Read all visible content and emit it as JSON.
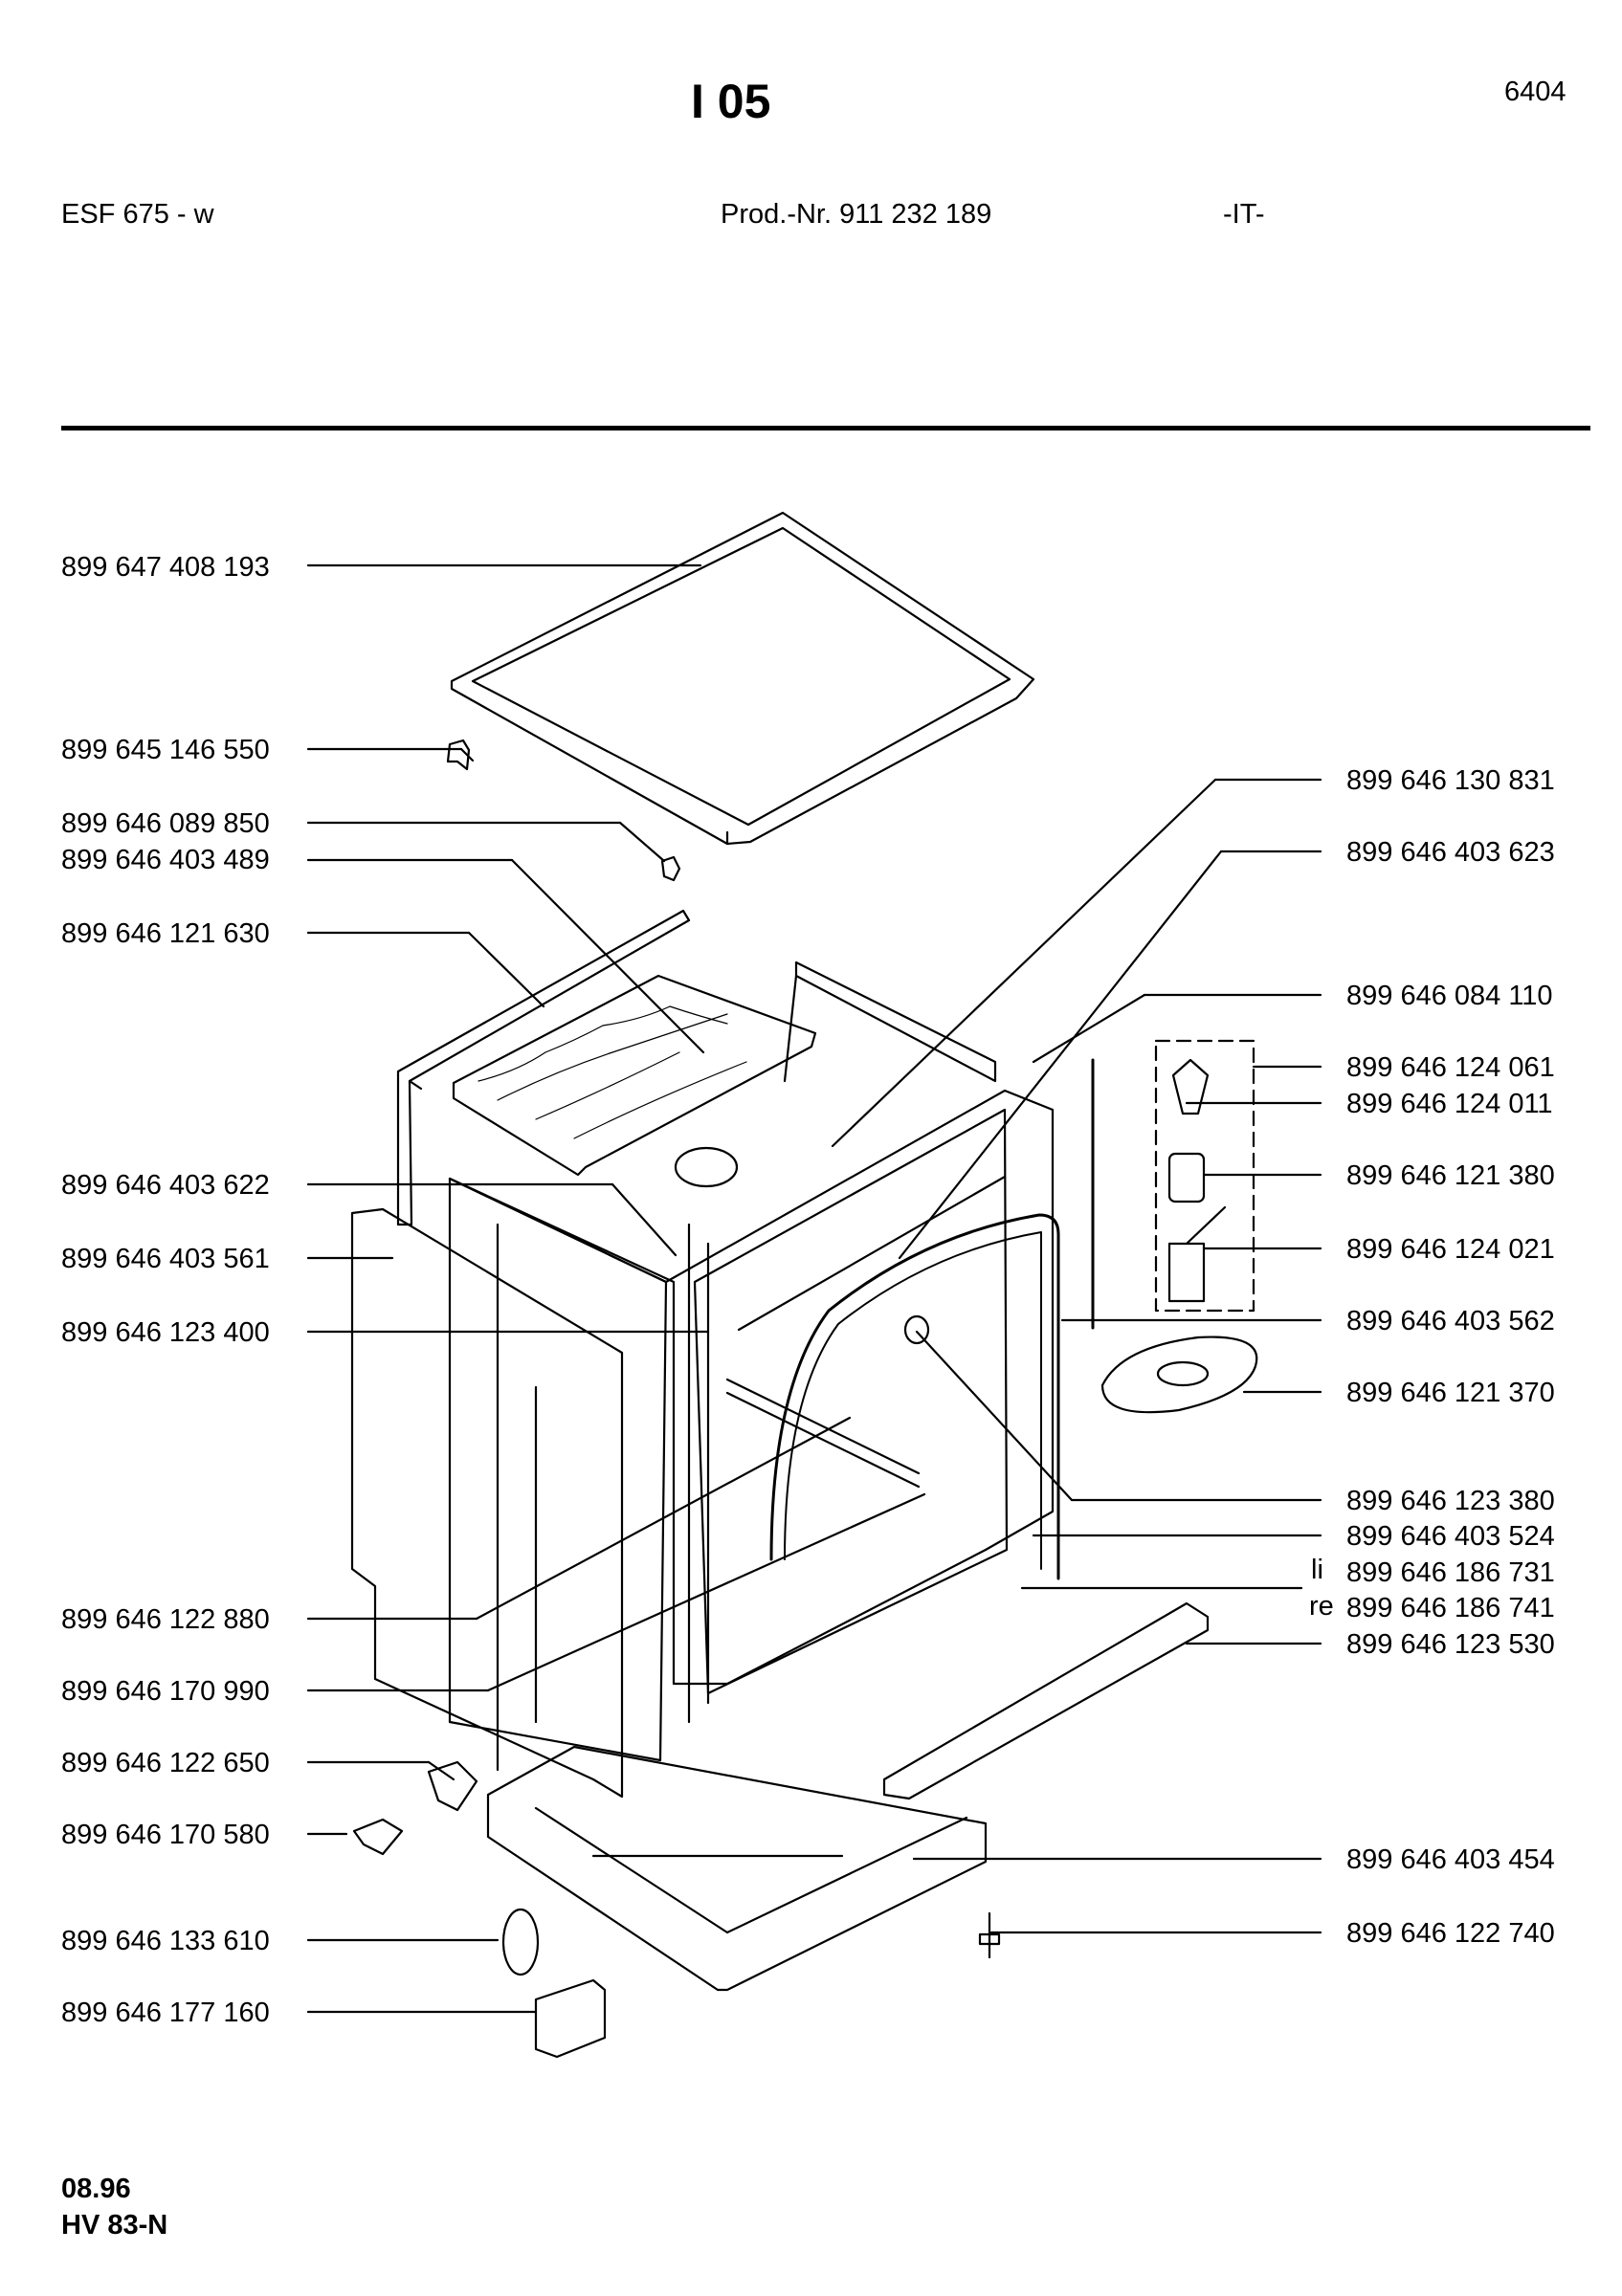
{
  "header": {
    "title": "I 05",
    "code": "6404",
    "model": "ESF 675 - w",
    "prod_nr": "Prod.-Nr. 911 232 189",
    "lang": "-IT-"
  },
  "footer": {
    "date": "08.96",
    "ref": "HV 83-N"
  },
  "labels_left": [
    "899 647 408 193",
    "899 645 146 550",
    "899 646 089 850",
    "899 646 403 489",
    "899 646 121 630",
    "899 646 403 622",
    "899 646 403 561",
    "899 646 123 400",
    "899 646 122 880",
    "899 646 170 990",
    "899 646 122 650",
    "899 646 170 580",
    "899 646 133 610",
    "899 646 177 160"
  ],
  "labels_right": [
    "899 646 130 831",
    "899 646 403 623",
    "899 646 084 110",
    "899 646 124 061",
    "899 646 124 011",
    "899 646 121 380",
    "899 646 124 021",
    "899 646 403 562",
    "899 646 121 370",
    "899 646 123 380",
    "899 646 403 524",
    "899 646 186 731",
    "899 646 186 741",
    "899 646 123 530",
    "899 646 403 454",
    "899 646 122 740"
  ],
  "side_markers": {
    "left_side": "li",
    "right_side": "re"
  }
}
